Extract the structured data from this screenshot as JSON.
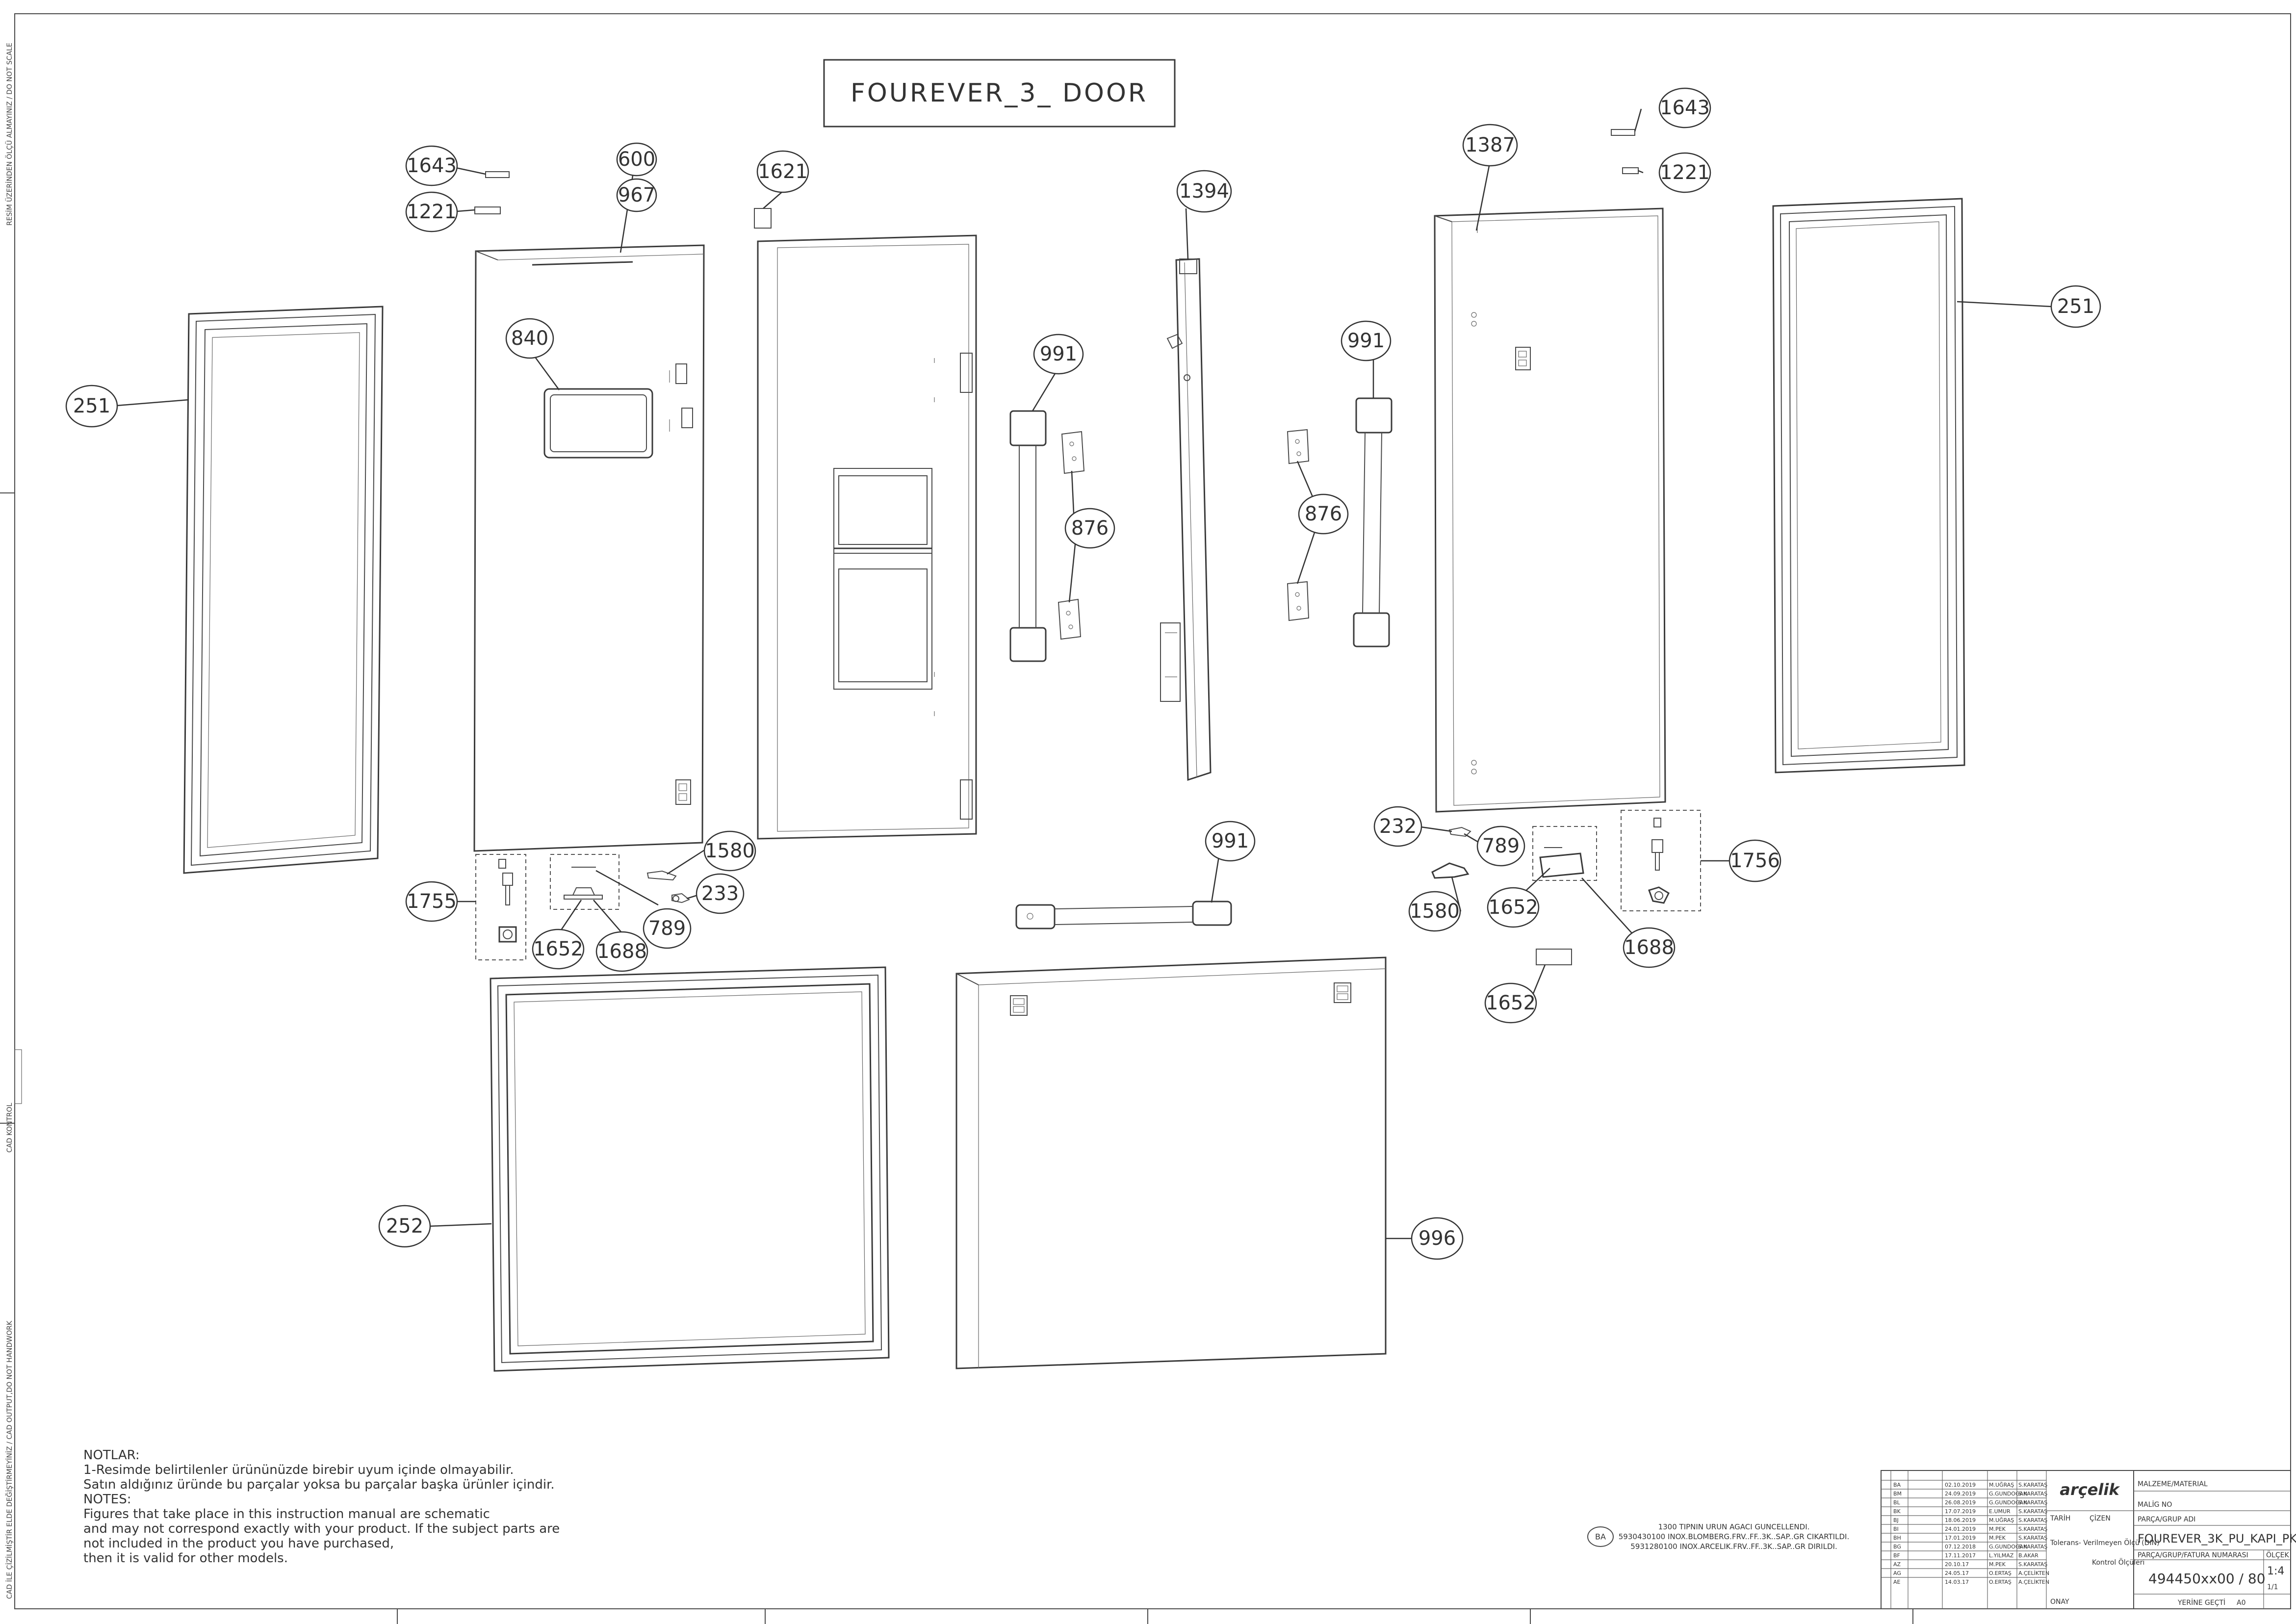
{
  "title": "FOUREVER_3_ DOOR",
  "part_labels": {
    "p251a": "251",
    "p1643a": "1643",
    "p1221a": "1221",
    "p600": "600",
    "p967": "967",
    "p840": "840",
    "p1621": "1621",
    "p1394": "1394",
    "p991a": "991",
    "p876a": "876",
    "p991b": "991",
    "p876b": "876",
    "p1387": "1387",
    "p1643b": "1643",
    "p1221b": "1221",
    "p251b": "251",
    "p1755": "1755",
    "p1652a": "1652",
    "p1688a": "1688",
    "p789a": "789",
    "p1580a": "1580",
    "p233": "233",
    "p991c": "991",
    "p232": "232",
    "p789b": "789",
    "p1580b": "1580",
    "p1652b": "1652",
    "p1688b": "1688",
    "p1756": "1756",
    "p1652c": "1652",
    "p252": "252",
    "p996": "996"
  },
  "notes": {
    "heading": "NOTLAR:",
    "l1": "1-Resimde belirtilenler ürününüzde birebir  uyum içinde olmayabilir.",
    "l2": "Satın aldığınız üründe bu parçalar yoksa bu parçalar başka ürünler içindir.",
    "l3": "NOTES:",
    "l4": "Figures that take place in this instruction manual are schematic",
    "l5": " and may not correspond exactly with your product. If the subject parts are",
    "l6": "not included in the product you have purchased,",
    "l7": "then it is valid for other models."
  },
  "revision_note": {
    "badge": "BA",
    "l1": "1300 TIPNIN URUN AGACI GUNCELLENDI.",
    "l2": "5930430100 INOX.BLOMBERG.FRV..FF..3K..SAP..GR CIKARTILDI.",
    "l3": "5931280100 INOX.ARCELIK.FRV..FF..3K..SAP..GR DIRILDI."
  },
  "side_text": {
    "left_top": "RESİM ÜZERİNDEN ÖLÇÜ ALMAYINIZ / DO NOT SCALE",
    "left_mid": "CAD KONTROL",
    "left_bottom": "CAD İLE ÇİZİLMİŞTİR ELDE DEĞİŞTİRMEYİNİZ / CAD OUTPUT,DO NOT HANDWORK"
  },
  "title_block": {
    "brand": "arçelik",
    "material": "MALZEME/MATERIAL",
    "mal_no": "MALİG NO",
    "group_label": "PARÇA/GRUP ADI",
    "group_name": "FOUREVER_3K_PU_KAPI_PK",
    "part_no_label": "PARÇA/GRUP/FATURA NUMARASI",
    "part_no": "494450xx00 / 80",
    "scale_label": "ÖLÇEK",
    "scale": "1:4",
    "sheet": "1/1",
    "tolerance": "Tolerans- Verilmeyen Ölçü (DIN)",
    "check": "Kontrol Ölçüleri",
    "size": "A0",
    "replace": "YERİNE GEÇTİ",
    "date_label": "TARİH",
    "draw_label": "ÇİZEN",
    "approve_label": "ONAY",
    "rows": [
      {
        "rev": "BA",
        "date": "02.10.2019",
        "by": "M.UĞRAŞ",
        "chk": "S.KARATAŞ"
      },
      {
        "rev": "BM",
        "date": "24.09.2019",
        "by": "G.GUNDOGAN",
        "chk": "S.KARATAŞ"
      },
      {
        "rev": "BL",
        "date": "26.08.2019",
        "by": "G.GUNDOGAN",
        "chk": "S.KARATAŞ"
      },
      {
        "rev": "BK",
        "date": "17.07.2019",
        "by": "E.UMUR",
        "chk": "S.KARATAŞ"
      },
      {
        "rev": "BJ",
        "date": "18.06.2019",
        "by": "M.UĞRAŞ",
        "chk": "S.KARATAŞ"
      },
      {
        "rev": "BI",
        "date": "24.01.2019",
        "by": "M.PEK",
        "chk": "S.KARATAŞ"
      },
      {
        "rev": "BH",
        "date": "17.01.2019",
        "by": "M.PEK",
        "chk": "S.KARATAŞ"
      },
      {
        "rev": "BG",
        "date": "07.12.2018",
        "by": "G.GUNDOGAN",
        "chk": "S.KARATAŞ"
      },
      {
        "rev": "BF",
        "date": "17.11.2017",
        "by": "L.YILMAZ",
        "chk": "B.AKAR"
      },
      {
        "rev": "AZ",
        "date": "20.10.17",
        "by": "M.PEK",
        "chk": "S.KARATAŞ"
      },
      {
        "rev": "AG",
        "date": "24.05.17",
        "by": "O.ERTAŞ",
        "chk": "A.ÇELİKTEN"
      },
      {
        "rev": "AE",
        "date": "14.03.17",
        "by": "O.ERTAŞ",
        "chk": "A.ÇELİKTEN"
      }
    ]
  }
}
